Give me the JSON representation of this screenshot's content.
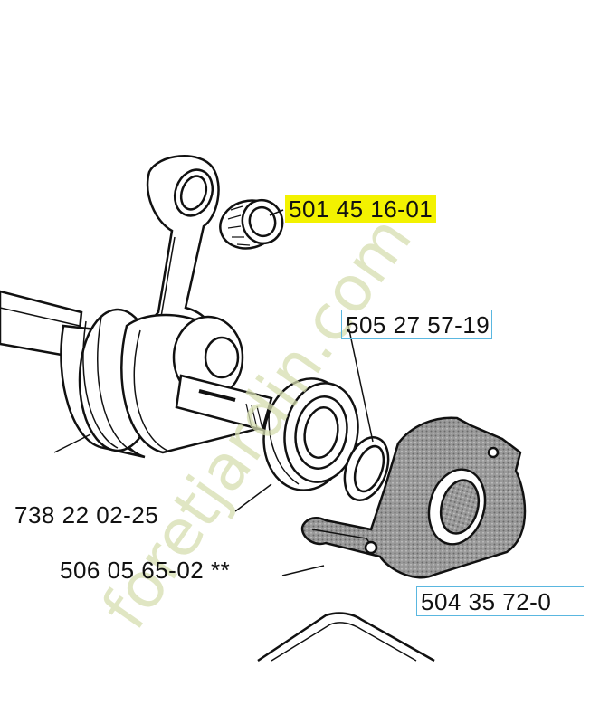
{
  "part_numbers": {
    "upper_bearing": "501 45 16-01",
    "washer": "505 27 57-19",
    "main_bearing": "738 22 02-25",
    "clip": "506 05 65-02 **",
    "bearing_housing": "504 35 72-0"
  },
  "colors": {
    "highlight": "#f3f200",
    "box_border": "#5ab7e0",
    "line_art": "#111111",
    "stipple": "#8a8a8a",
    "watermark": "#d6deb0"
  },
  "watermark": {
    "text": "foretjardin.com"
  }
}
